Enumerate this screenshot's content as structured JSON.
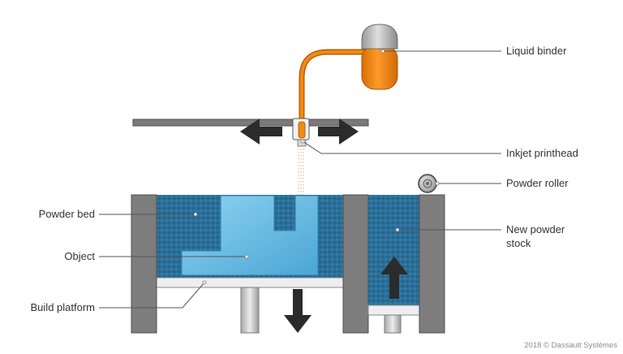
{
  "labels": {
    "liquid_binder": "Liquid binder",
    "inkjet_printhead": "Inkjet printhead",
    "powder_roller": "Powder roller",
    "new_powder_stock_line1": "New powder",
    "new_powder_stock_line2": "stock",
    "powder_bed": "Powder bed",
    "object": "Object",
    "build_platform": "Build platform"
  },
  "copyright": "2018 © Dassault Systèmes",
  "colors": {
    "powder": "#2a6f98",
    "object": "#6cc1e6",
    "binder": "#f08a16",
    "wall": "#7d7d7d",
    "rail": "#6e6e6e",
    "arrow": "#2b2b2b",
    "text": "#333333"
  },
  "icons": {
    "left_arrow": "arrow-left-icon",
    "right_arrow": "arrow-right-icon",
    "down_arrow": "arrow-down-icon",
    "up_arrow": "arrow-up-icon"
  }
}
